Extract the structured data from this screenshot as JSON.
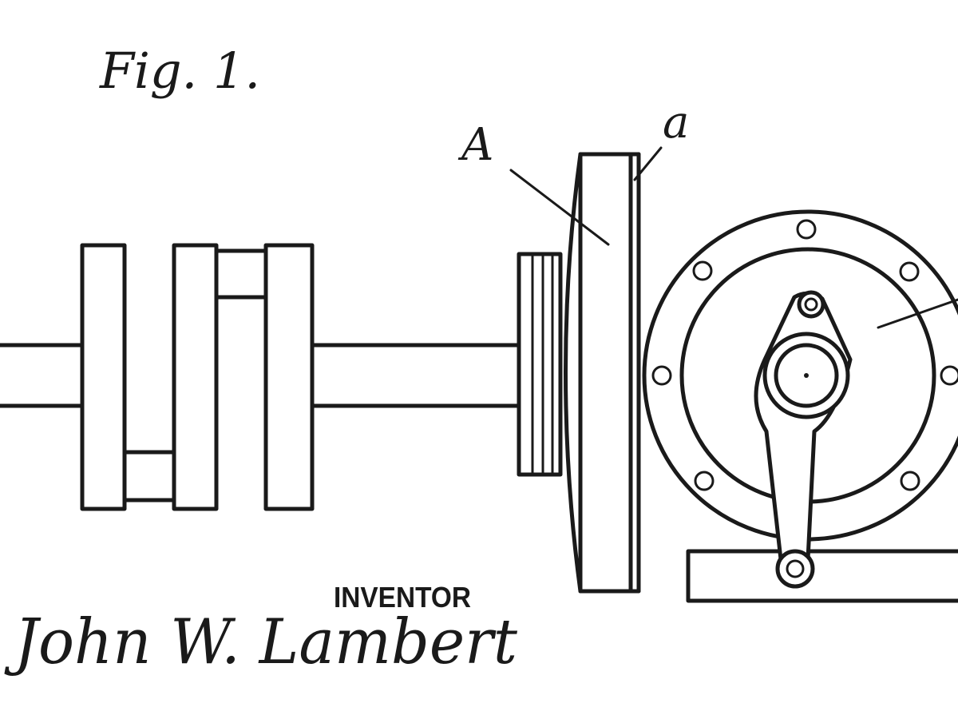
{
  "figure": {
    "title": "Fig. 1.",
    "labels": {
      "part_A": "A",
      "part_a": "a"
    },
    "inventor_heading": "INVENTOR",
    "inventor_signature": "John W. Lambert"
  },
  "colors": {
    "ink": "#1a1a1a",
    "paper": "#ffffff"
  }
}
